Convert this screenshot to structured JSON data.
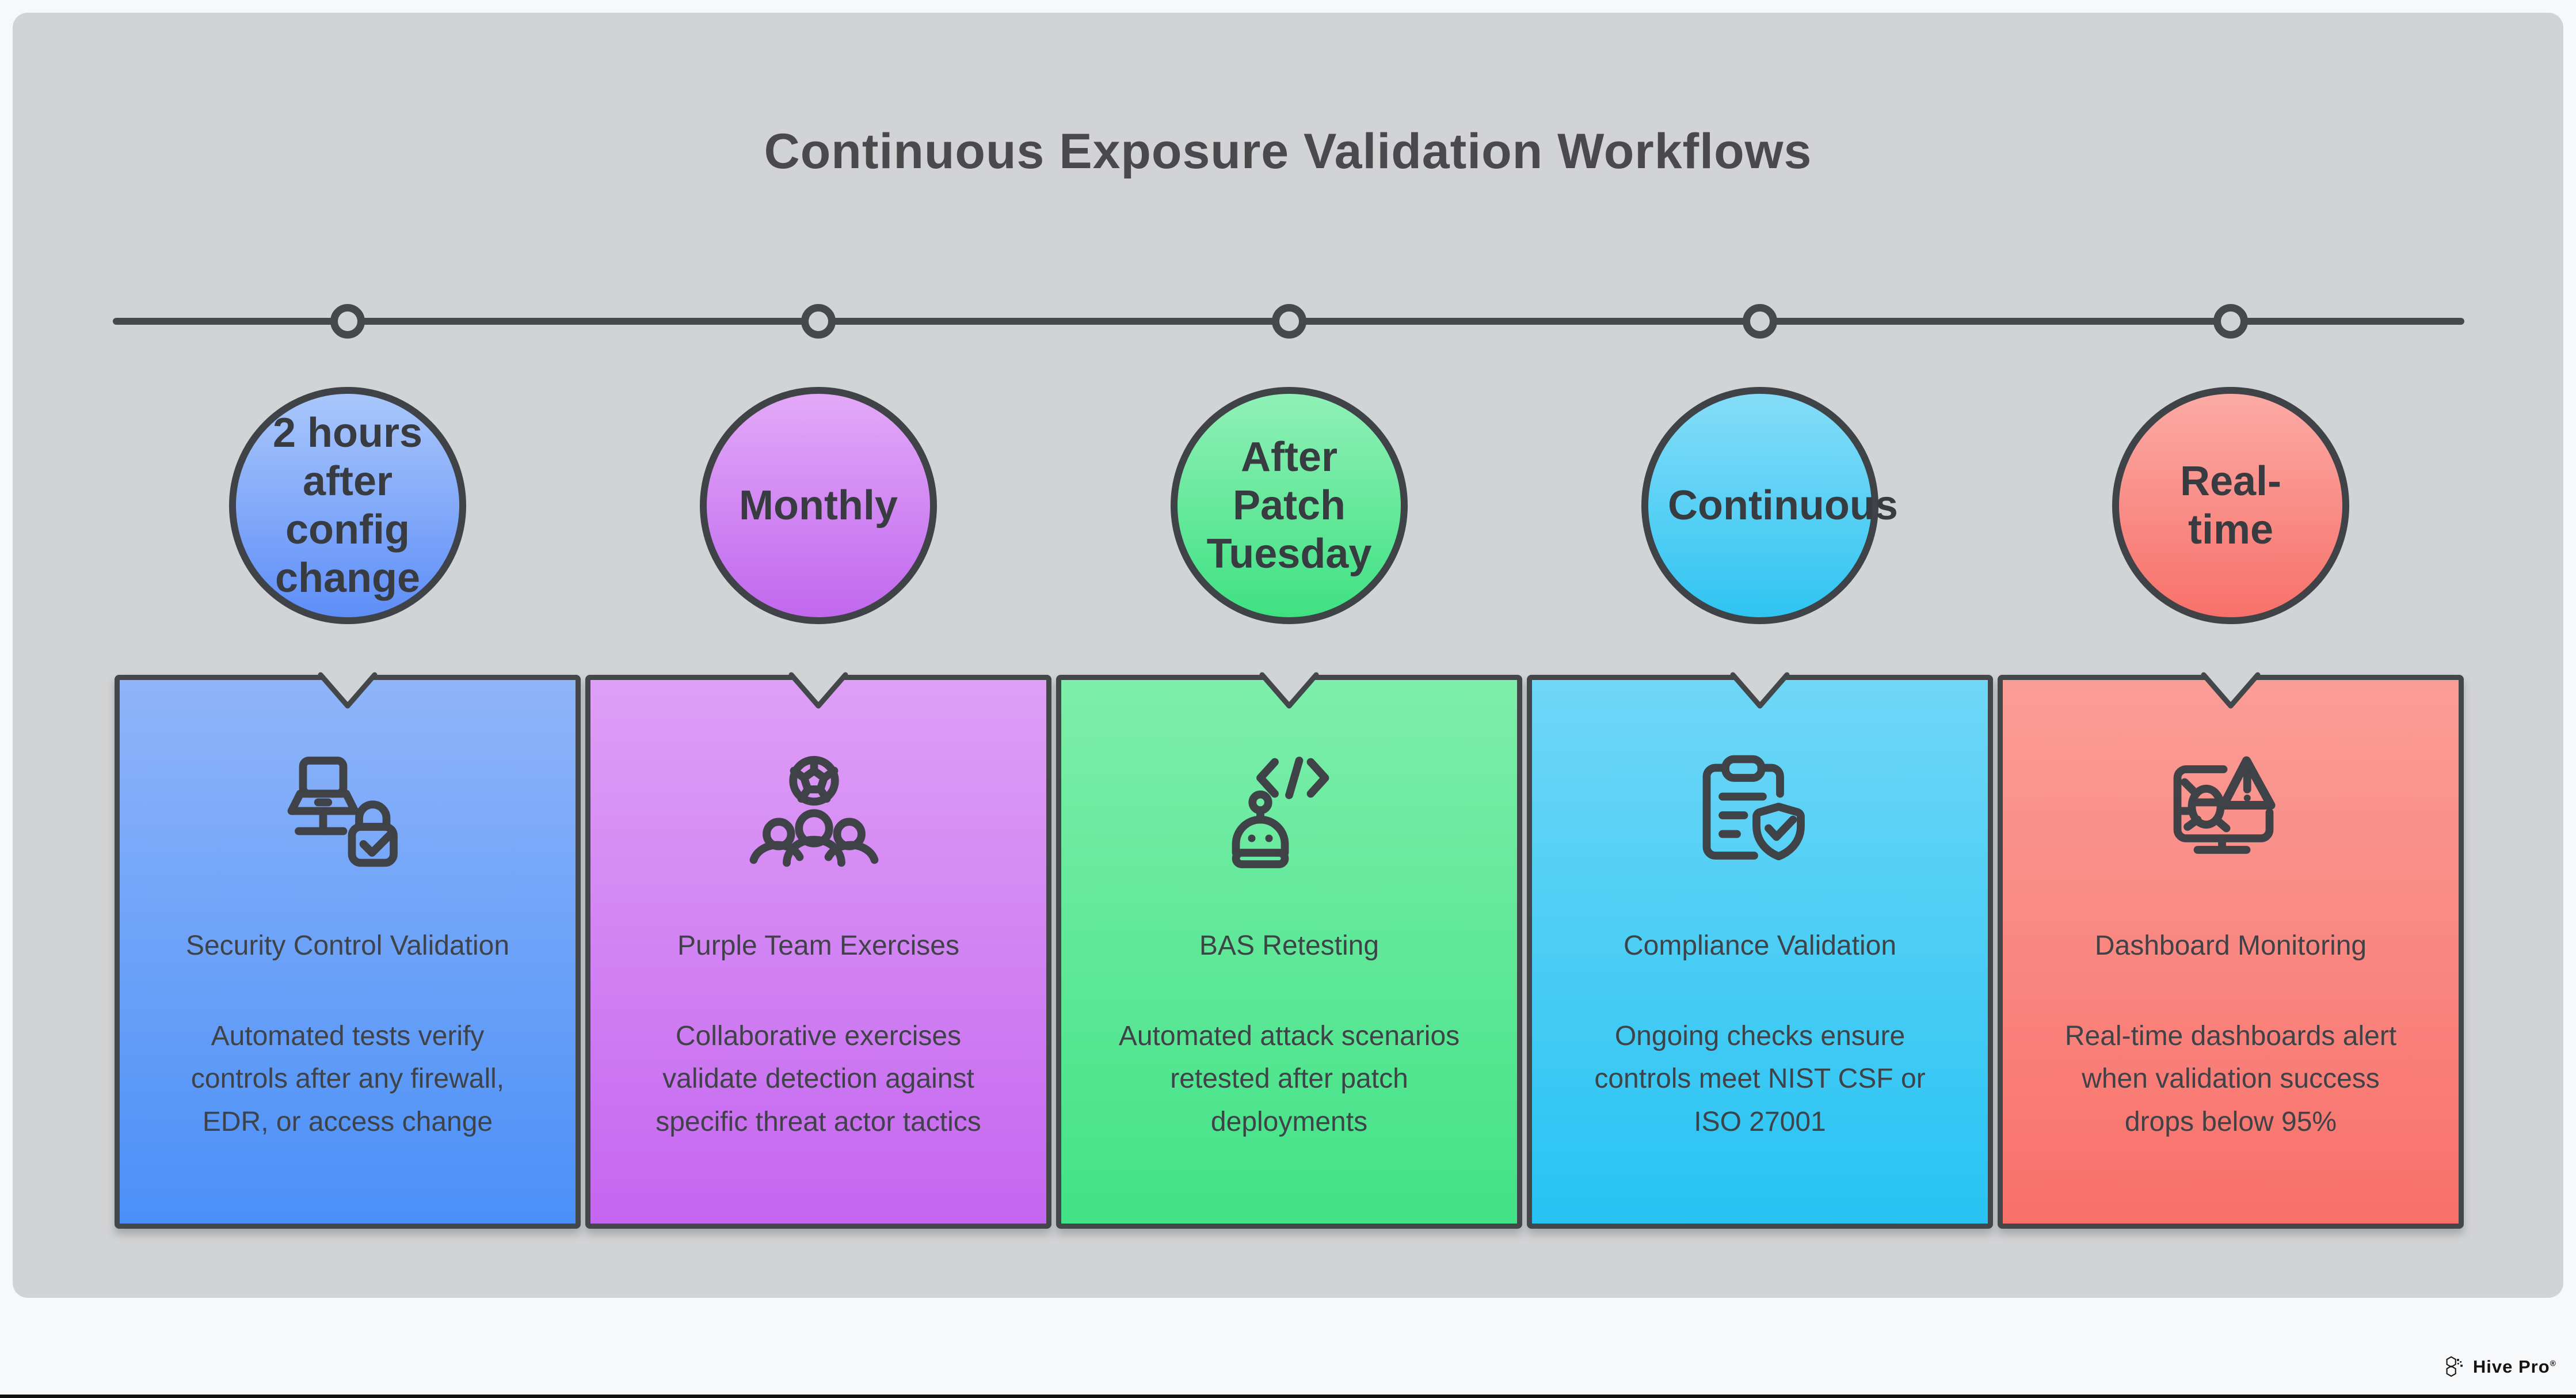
{
  "page": {
    "title": "Continuous Exposure Validation Workflows",
    "background": "#d2d3d4",
    "stroke_color": "#44474a",
    "text_color": "#3f4347",
    "footer_brand": "Hive Pro",
    "footer_reg": "®"
  },
  "columns": [
    {
      "timeline_label": "2 hours after config change",
      "icon": "laptop-lock-check-icon",
      "card_title": "Security Control Validation",
      "card_body": "Automated tests verify controls after any firewall, EDR, or access change",
      "colors": {
        "circle_top": "#a9c7fb",
        "circle_bottom": "#5e8ef8",
        "card_top": "#8fb4f9",
        "card_bottom": "#4a90f8"
      }
    },
    {
      "timeline_label": "Monthly",
      "icon": "team-ball-icon",
      "card_title": "Purple Team Exercises",
      "card_body": "Collaborative exercises validate detection against specific threat actor tactics",
      "colors": {
        "circle_top": "#e3a9f8",
        "circle_bottom": "#c168ee",
        "card_top": "#de9ff6",
        "card_bottom": "#c566f0"
      }
    },
    {
      "timeline_label": "After Patch Tuesday",
      "icon": "robot-code-icon",
      "card_title": "BAS Retesting",
      "card_body": "Automated attack scenarios retested after patch deployments",
      "colors": {
        "circle_top": "#90f0b6",
        "circle_bottom": "#3fe183",
        "card_top": "#7deeab",
        "card_bottom": "#42e286"
      }
    },
    {
      "timeline_label": "Continuous",
      "icon": "compliance-clipboard-shield-icon",
      "card_title": "Compliance Validation",
      "card_body": "Ongoing checks ensure controls meet NIST CSF or ISO 27001",
      "colors": {
        "circle_top": "#85ddf8",
        "circle_bottom": "#2fc4f2",
        "card_top": "#6fd7f7",
        "card_bottom": "#27c3f3"
      }
    },
    {
      "timeline_label": "Real-time",
      "icon": "monitor-bug-alert-icon",
      "card_title": "Dashboard Monitoring",
      "card_body": "Real-time dashboards alert when validation success drops below 95%",
      "colors": {
        "circle_top": "#fcaaa5",
        "circle_bottom": "#f7716a",
        "card_top": "#fb9d97",
        "card_bottom": "#f8716a"
      }
    }
  ]
}
